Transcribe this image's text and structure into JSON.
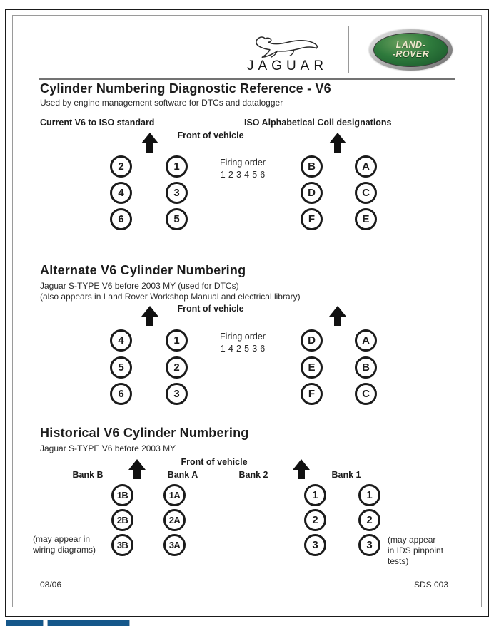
{
  "header": {
    "jaguar_wordmark": "JAGUAR",
    "landrover_line1": "LAND-",
    "landrover_line2": "-ROVER"
  },
  "document": {
    "title": "Cylinder Numbering Diagnostic Reference - V6",
    "subtitle": "Used by engine management software for DTCs and datalogger",
    "footer_left": "08/06",
    "footer_right": "SDS 003"
  },
  "sections": [
    {
      "left_heading": "Current V6 to ISO standard",
      "right_heading": "ISO Alphabetical Coil designations",
      "front_label": "Front of vehicle",
      "firing_order_label": "Firing order",
      "firing_order_value": "1-2-3-4-5-6",
      "left_group": {
        "col1": [
          "2",
          "4",
          "6"
        ],
        "col2": [
          "1",
          "3",
          "5"
        ]
      },
      "right_group": {
        "col1": [
          "B",
          "D",
          "F"
        ],
        "col2": [
          "A",
          "C",
          "E"
        ]
      }
    },
    {
      "title": "Alternate V6 Cylinder Numbering",
      "subtitle_line1": "Jaguar S-TYPE V6 before 2003 MY (used for DTCs)",
      "subtitle_line2": "(also appears in Land Rover Workshop Manual and electrical library)",
      "front_label": "Front of vehicle",
      "firing_order_label": "Firing order",
      "firing_order_value": "1-4-2-5-3-6",
      "left_group": {
        "col1": [
          "4",
          "5",
          "6"
        ],
        "col2": [
          "1",
          "2",
          "3"
        ]
      },
      "right_group": {
        "col1": [
          "D",
          "E",
          "F"
        ],
        "col2": [
          "A",
          "B",
          "C"
        ]
      }
    },
    {
      "title": "Historical V6 Cylinder Numbering",
      "subtitle_line1": "Jaguar S-TYPE V6 before 2003 MY",
      "front_label": "Front of vehicle",
      "bank_labels": [
        "Bank B",
        "Bank A",
        "Bank 2",
        "Bank 1"
      ],
      "left_group": {
        "col1": [
          "1B",
          "2B",
          "3B"
        ],
        "col2": [
          "1A",
          "2A",
          "3A"
        ]
      },
      "right_group": {
        "col1": [
          "1",
          "2",
          "3"
        ],
        "col2": [
          "1",
          "2",
          "3"
        ]
      },
      "note_left_lines": [
        "(may appear in",
        "wiring diagrams)"
      ],
      "note_right_lines": [
        "(may appear",
        "in IDS pinpoint",
        "tests)"
      ]
    }
  ],
  "colors": {
    "landrover_green": "#2e7a3c",
    "logo_silver": "#a8a8a8",
    "taskbar_blue": "#15578a",
    "text": "#1c1c1c"
  }
}
